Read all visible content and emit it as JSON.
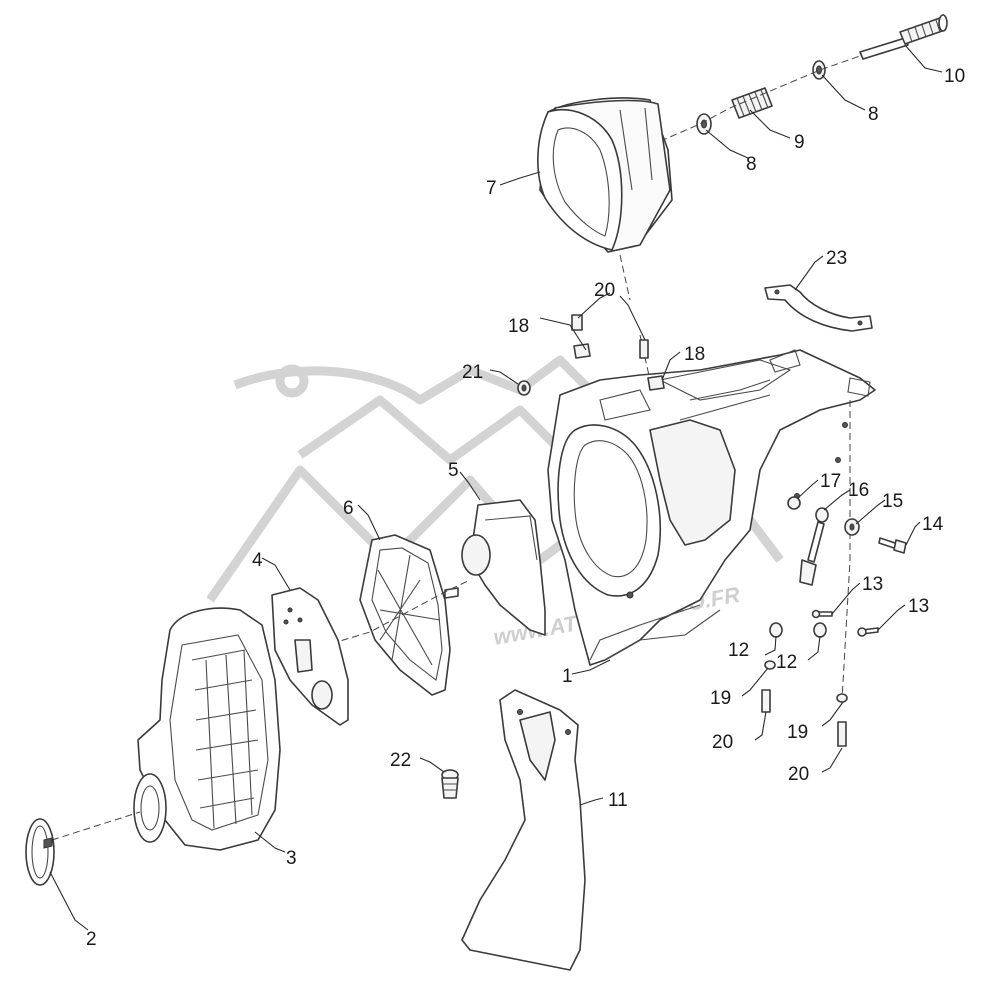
{
  "watermark": {
    "text": "www.ATOMIC-MOTO.FR"
  },
  "callouts": {
    "c1": "1",
    "c2": "2",
    "c3": "3",
    "c4": "4",
    "c5": "5",
    "c6": "6",
    "c7": "7",
    "c8a": "8",
    "c8b": "8",
    "c9": "9",
    "c10": "10",
    "c11": "11",
    "c12a": "12",
    "c12b": "12",
    "c13a": "13",
    "c13b": "13",
    "c14": "14",
    "c15": "15",
    "c16": "16",
    "c17": "17",
    "c18a": "18",
    "c18b": "18",
    "c19a": "19",
    "c19b": "19",
    "c20a": "20",
    "c20b": "20",
    "c20c": "20",
    "c21": "21",
    "c22": "22",
    "c23": "23"
  }
}
